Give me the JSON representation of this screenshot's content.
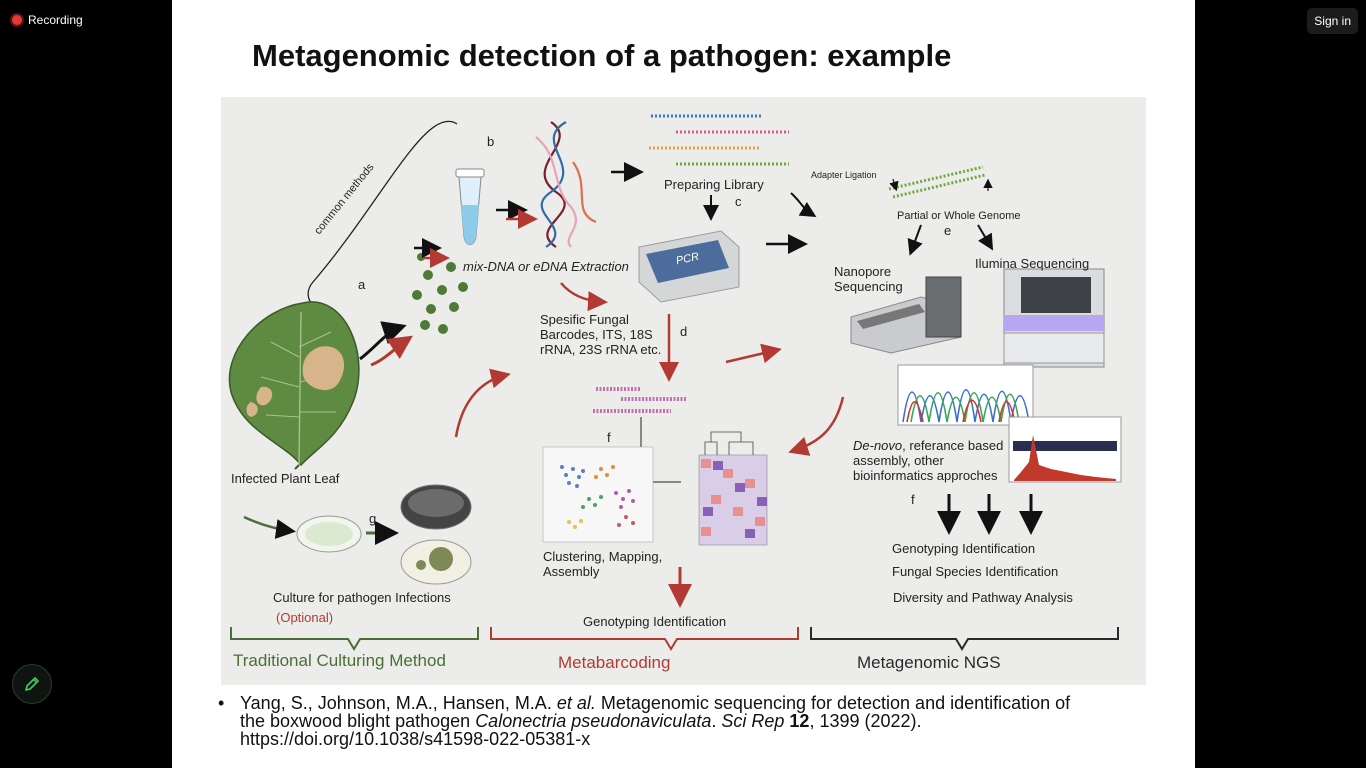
{
  "app": {
    "recording_label": "Recording",
    "sign_in_label": "Sign in"
  },
  "slide": {
    "title": "Metagenomic detection of a pathogen:  example",
    "figure": {
      "letters": {
        "a": "a",
        "b": "b",
        "c": "c",
        "d": "d",
        "e": "e",
        "f1": "f",
        "f2": "f",
        "g": "g"
      },
      "common_methods": "common methods",
      "mix_dna": "mix-DNA or eDNA Extraction",
      "preparing_library": "Preparing Library",
      "pcr": "PCR",
      "barcodes": [
        "Spesific Fungal",
        "Barcodes, ITS, 18S",
        "rRNA, 23S rRNA etc."
      ],
      "adapter_ligation": "Adapter Ligation",
      "genome": "Partial or Whole Genome",
      "nanopore": [
        "Nanopore",
        "Sequencing"
      ],
      "illumina": "Ilumina Sequencing",
      "denovo_italic": "De-novo",
      "denovo_rest": ", referance based",
      "assembly_lines": [
        "assembly, other",
        "bioinformatics approches"
      ],
      "infected_leaf": "Infected Plant Leaf",
      "clustering": [
        "Clustering, Mapping,",
        "Assembly"
      ],
      "culture": "Culture for pathogen Infections",
      "optional": "(Optional)",
      "genotyping_meta": "Genotyping Identification",
      "ngs_results": [
        "Genotyping Identification",
        "Fungal Species Identification",
        "Diversity and Pathway Analysis"
      ],
      "sections": [
        {
          "label": "Traditional Culturing Method",
          "color": "#4a6e35"
        },
        {
          "label": "Metabarcoding",
          "color": "#b33a33"
        },
        {
          "label": "Metagenomic NGS",
          "color": "#2a2a2a"
        }
      ]
    },
    "citation": {
      "bullet": "•",
      "p1": "Yang, S., Johnson, M.A., Hansen, M.A. ",
      "p2": "et al.",
      "p3": " Metagenomic sequencing for detection and identification of the boxwood blight pathogen ",
      "p4": "Calonectria pseudonaviculata",
      "p5": ". ",
      "p6": "Sci Rep",
      "p7": " ",
      "p8": "12",
      "p9": ", 1399 (2022). https://doi.org/10.1038/s41598-022-05381-x"
    }
  },
  "colors": {
    "accent_red": "#b33a33",
    "culture_green": "#4a6e35",
    "ngs_dark": "#2a2a2a",
    "figure_bg": "#ecedea"
  }
}
